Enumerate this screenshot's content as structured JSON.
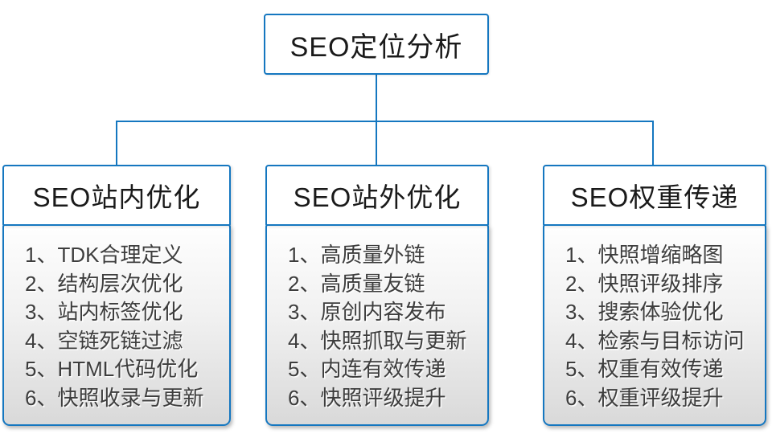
{
  "diagram": {
    "root": {
      "label": "SEO定位分析"
    },
    "columns": [
      {
        "title": "SEO站内优化",
        "items": [
          "TDK合理定义",
          "结构层次优化",
          "站内标签优化",
          "空链死链过滤",
          "HTML代码优化",
          "快照收录与更新"
        ]
      },
      {
        "title": "SEO站外优化",
        "items": [
          "高质量外链",
          "高质量友链",
          "原创内容发布",
          "快照抓取与更新",
          "内连有效传递",
          "快照评级提升"
        ]
      },
      {
        "title": "SEO权重传递",
        "items": [
          "快照增缩略图",
          "快照评级排序",
          "搜索体验优化",
          "检索与目标访问",
          "权重有效传递",
          "权重评级提升"
        ]
      }
    ],
    "numbering_separator": "、",
    "colors": {
      "line": "#1577c0",
      "border": "#1577c0",
      "header_bg": "#ffffff",
      "list_bg_top": "#fefefe",
      "list_bg_bottom": "#d9d9d9",
      "header_text": "#1a1a1a",
      "list_text": "#3d3d3d"
    }
  }
}
